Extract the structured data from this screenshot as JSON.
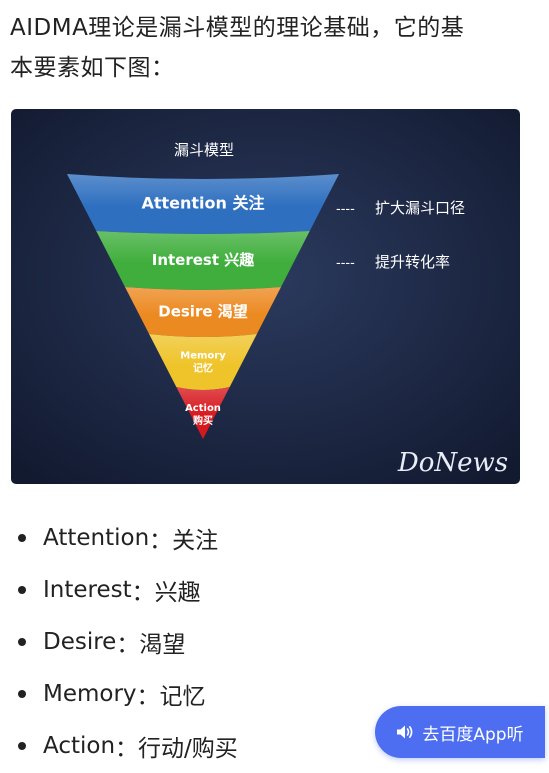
{
  "intro": {
    "line1": "AIDMA理论是漏斗模型的理论基础，它的基",
    "line2": "本要素如下图："
  },
  "diagram": {
    "title": "漏斗模型",
    "levels": [
      {
        "en": "Attention",
        "zh": "关注",
        "color": "#2e6fbf"
      },
      {
        "en": "Interest",
        "zh": "兴趣",
        "color": "#3fae3c"
      },
      {
        "en": "Desire",
        "zh": "渴望",
        "color": "#ec8a22"
      },
      {
        "en": "Memory",
        "zh": "记忆",
        "color": "#efc42b"
      },
      {
        "en": "Action",
        "zh": "购买",
        "color": "#d7191f"
      }
    ],
    "annotations": [
      {
        "dashes": "----",
        "text": "扩大漏斗口径"
      },
      {
        "dashes": "----",
        "text": "提升转化率"
      }
    ],
    "watermark": "DoNews",
    "background": "#1a2540"
  },
  "bullets": [
    {
      "term": "Attention",
      "sep": "：",
      "meaning": "关注"
    },
    {
      "term": "Interest",
      "sep": "：",
      "meaning": "兴趣"
    },
    {
      "term": "Desire",
      "sep": "：",
      "meaning": "渴望"
    },
    {
      "term": "Memory",
      "sep": "：",
      "meaning": "记忆"
    },
    {
      "term": "Action",
      "sep": "：",
      "meaning": "行动/购买"
    }
  ],
  "listen_button": {
    "label": "去百度App听",
    "icon": "speaker-icon",
    "color": "#4e6ef2"
  }
}
